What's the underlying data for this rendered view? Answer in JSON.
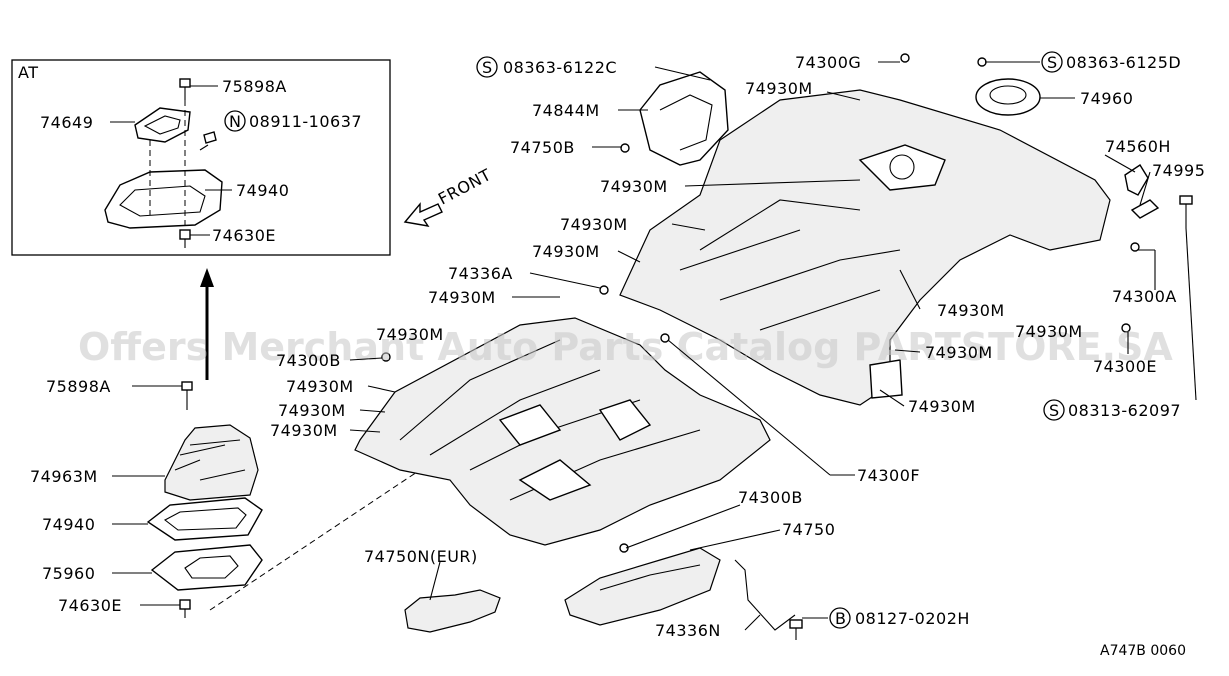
{
  "diagram": {
    "inset_title": "AT",
    "front_label": "FRONT",
    "watermark": "Offers Merchant Auto Parts Catalog PARTSTORE.SA",
    "figure_code": "A747B 0060",
    "labels": {
      "p75898A_top": "75898A",
      "p74649": "74649",
      "n08911": "08911-10637",
      "p74940_top": "74940",
      "p74630E_top": "74630E",
      "s08363_6122C": "08363-6122C",
      "p74844M": "74844M",
      "p74750B": "74750B",
      "p74930M_a": "74930M",
      "p74300G": "74300G",
      "s08363_6125D": "08363-6125D",
      "p74960": "74960",
      "p74560H": "74560H",
      "p74995": "74995",
      "p74930M_b": "74930M",
      "p74930M_c": "74930M",
      "p74930M_d": "74930M",
      "p74336A": "74336A",
      "p74930M_e": "74930M",
      "p74930M_f": "74930M",
      "p74300B_a": "74300B",
      "p74930M_g": "74930M",
      "p74930M_h": "74930M",
      "p74930M_i": "74930M",
      "p74930M_j": "74930M",
      "p74930M_k": "74930M",
      "p74930M_l": "74930M",
      "p74930M_m": "74930M",
      "p74300A": "74300A",
      "p74300E": "74300E",
      "s08313_62097": "08313-62097",
      "p74300F": "74300F",
      "p74300B_b": "74300B",
      "p74750": "74750",
      "p74750N": "74750N(EUR)",
      "b08127": "08127-0202H",
      "p74336N": "74336N",
      "p75898A_bot": "75898A",
      "p74963M": "74963M",
      "p74940_bot": "74940",
      "p75960": "75960",
      "p74630E_bot": "74630E",
      "sym_S": "S",
      "sym_N": "N",
      "sym_B": "B"
    }
  }
}
